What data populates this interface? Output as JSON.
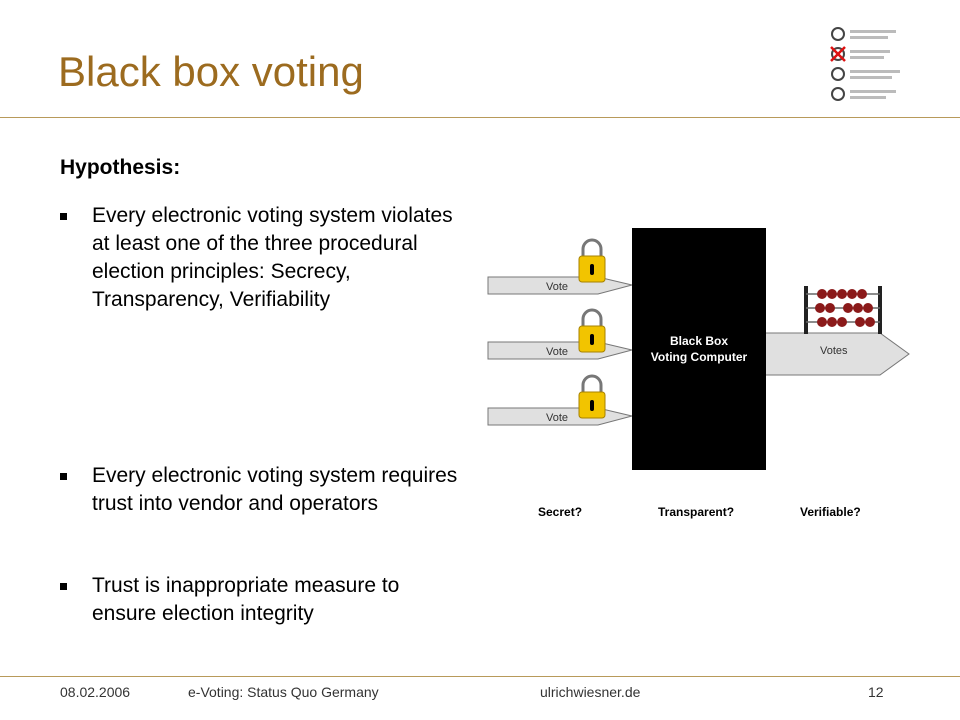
{
  "slide": {
    "title": "Black box voting",
    "subtitle": "Hypothesis:",
    "bullets": [
      "Every electronic voting system violates at least one of the three procedural election principles: Secrecy, Transparency, Verifiability",
      "Every electronic voting system requires trust into vendor and operators",
      "Trust is inappropriate measure to ensure election integrity"
    ]
  },
  "diagram": {
    "vote_label": "Vote",
    "box_line1": "Black Box",
    "box_line2": "Voting Computer",
    "output_label": "Votes",
    "questions": [
      "Secret?",
      "Transparent?",
      "Verifiable?"
    ]
  },
  "footer": {
    "date": "08.02.2006",
    "presentation": "e-Voting: Status Quo Germany",
    "site": "ulrichwiesner.de",
    "page": "12"
  },
  "icons": [
    "ballot-checklist-icon",
    "padlock-icon",
    "abacus-icon"
  ],
  "colors": {
    "title": "#9c6b1f",
    "lock": "#f2c400",
    "abacus_bead": "#8b1a1a",
    "arrow_fill": "#e0e0e0"
  }
}
